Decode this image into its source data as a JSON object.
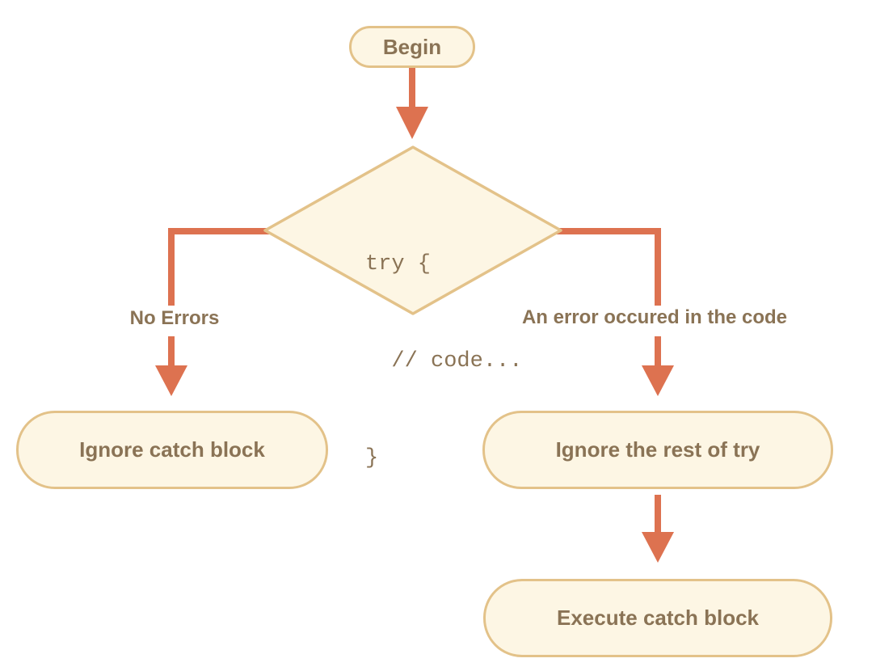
{
  "colors": {
    "background": "#ffffff",
    "node_fill": "#fdf6e4",
    "node_border": "#e3c289",
    "text_brown": "#8a7355",
    "arrow_orange": "#dd7250"
  },
  "nodes": {
    "begin": {
      "label": "Begin"
    },
    "decision": {
      "code_lines": [
        "try {",
        "  // code...",
        "}"
      ]
    },
    "ignore_catch": {
      "label": "Ignore catch block"
    },
    "ignore_rest": {
      "label": "Ignore the rest of try"
    },
    "execute_catch": {
      "label": "Execute catch block"
    }
  },
  "edge_labels": {
    "no_errors": "No Errors",
    "error_occurred": "An error occured in the code"
  }
}
